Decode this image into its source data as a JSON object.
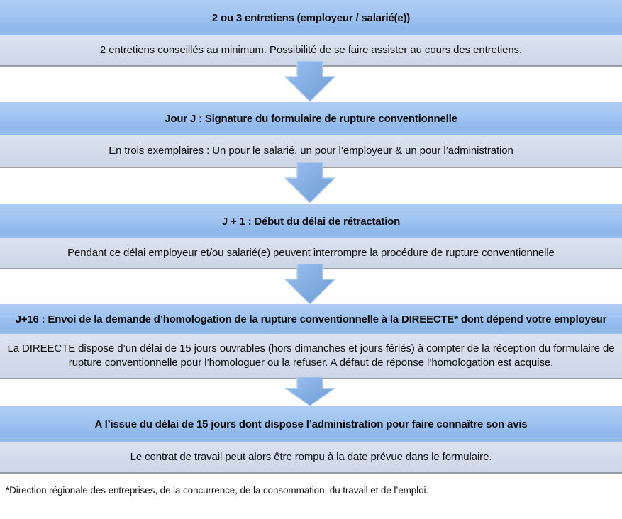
{
  "diagram": {
    "type": "process-flowchart",
    "language": "fr",
    "topic": "Procédure de rupture conventionnelle",
    "steps": [
      {
        "header": "2 ou 3 entretiens (employeur / salarié(e))",
        "detail": "2 entretiens conseillés au minimum. Possibilité de se faire assister au cours des entretiens."
      },
      {
        "header": "Jour J : Signature du formulaire de rupture conventionnelle",
        "detail": "En trois exemplaires : Un pour le salarié, un pour l’employeur & un pour l’administration"
      },
      {
        "header": "J + 1 : Début du délai de rétractation",
        "detail": "Pendant ce délai employeur et/ou salarié(e) peuvent interrompre la procédure de rupture conventionnelle"
      },
      {
        "header": "J+16 : Envoi de la demande d’homologation de la rupture conventionnelle à la DIREECTE* dont dépend votre employeur",
        "detail": "La DIREECTE dispose d’un délai de 15 jours ouvrables (hors dimanches et jours fériés) à compter de la réception du formulaire de rupture conventionnelle pour l’homologuer ou  la refuser. A défaut de réponse l’homologation est acquise."
      },
      {
        "header": "A l’issue du délai de 15 jours dont dispose l’administration pour faire connaître son avis",
        "detail": "Le contrat de travail peut alors être rompu à la date prévue dans le formulaire."
      }
    ],
    "connectors": [
      {
        "icon": "down-arrow"
      },
      {
        "icon": "down-arrow"
      },
      {
        "icon": "down-arrow"
      },
      {
        "icon": "down-arrow"
      }
    ],
    "footnote": "*Direction régionale des entreprises, de la concurrence, de la consommation, du travail et de l’emploi.",
    "colors": {
      "header_band_top": "#adccf5",
      "header_band_bottom": "#8fb7ea",
      "detail_band": "#d2dbea",
      "detail_band_border": "#9a9da3",
      "arrow_fill_light": "#9cc0ee",
      "arrow_fill_dark": "#6b9cd6",
      "arrow_outline": "#b4cdee",
      "text": "#0d0d0d",
      "background": "#ffffff"
    }
  }
}
